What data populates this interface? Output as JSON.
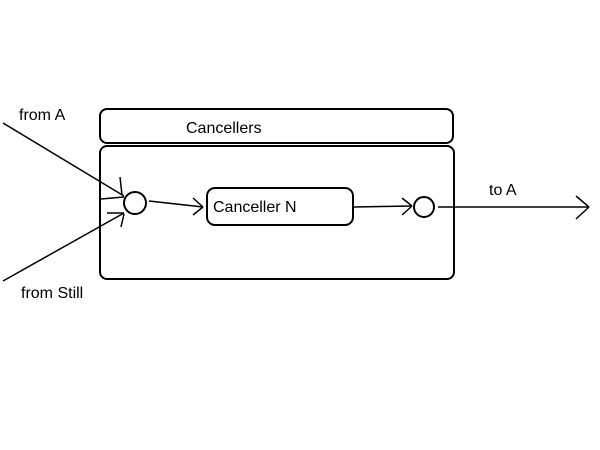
{
  "diagram": {
    "type": "state-diagram",
    "composite_state": {
      "title": "Cancellers"
    },
    "inner_state": {
      "label": "Canceller N"
    },
    "pseudo_states": [
      {
        "id": "entry",
        "kind": "junction"
      },
      {
        "id": "exit",
        "kind": "junction"
      }
    ],
    "transitions": [
      {
        "label": "from A",
        "from": "A",
        "to": "entry"
      },
      {
        "label": "from Still",
        "from": "Still",
        "to": "entry"
      },
      {
        "label": "",
        "from": "entry",
        "to": "Canceller N"
      },
      {
        "label": "",
        "from": "Canceller N",
        "to": "exit"
      },
      {
        "label": "to A",
        "from": "exit",
        "to": "A"
      }
    ],
    "colors": {
      "stroke": "#000000",
      "background": "#ffffff"
    }
  }
}
